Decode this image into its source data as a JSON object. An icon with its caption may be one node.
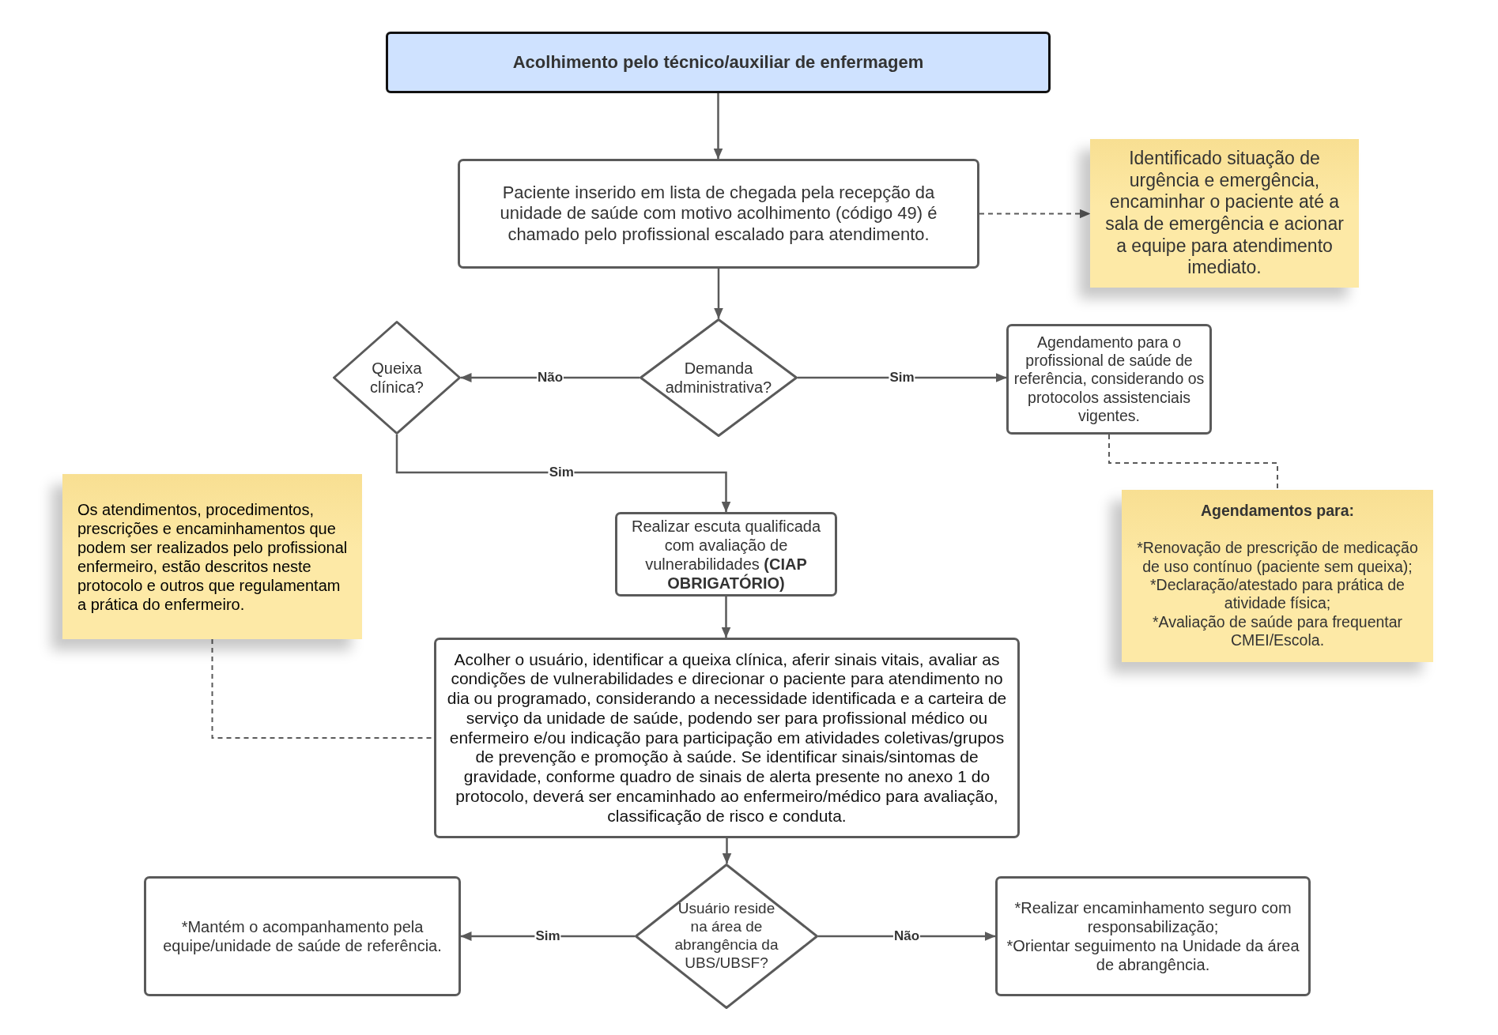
{
  "diagram": {
    "nodes": [
      {
        "text": [
          "Acolhimento pelo técnico/auxiliar de enfermagem"
        ]
      },
      {
        "text": [
          "Paciente inserido em lista de chegada pela recepção da unidade de saúde com motivo acolhimento (código 49) é chamado pelo profissional escalado para atendimento."
        ]
      },
      {
        "text": [
          "Identificado situação de urgência e emergência, encaminhar o paciente até a sala de emergência e acionar a equipe para atendimento imediato."
        ]
      },
      {
        "text": [
          "Queixa clínica?"
        ]
      },
      {
        "text": [
          "Demanda administrativa?"
        ]
      },
      {
        "text": [
          "Agendamento para o profissional de saúde de referência, considerando os protocolos assistenciais vigentes."
        ]
      },
      {
        "text": [
          "Os atendimentos, procedimentos, prescrições e encaminhamentos que podem ser realizados pelo profissional enfermeiro, estão descritos neste protocolo e outros que regulamentam a prática do enfermeiro."
        ]
      },
      {
        "text": [
          "Realizar escuta qualificada com avaliação de vulnerabilidades **(CIAP OBRIGATÓRIO)**"
        ]
      },
      {
        "text": [
          "Agendamentos para:",
          "*Renovação de prescrição de medicação de uso contínuo (paciente sem queixa);",
          "*Declaração/atestado para prática de atividade física;",
          "*Avaliação de saúde para frequentar CMEI/Escola."
        ]
      },
      {
        "text": [
          "Acolher o usuário, identificar a queixa clínica, aferir sinais vitais, avaliar as condições de vulnerabilidades e direcionar o paciente para atendimento no dia ou programado, considerando a necessidade identificada e a carteira de serviço da unidade de saúde, podendo ser para profissional médico ou enfermeiro e/ou indicação para participação em atividades coletivas/grupos de prevenção e promoção à saúde. Se identificar sinais/sintomas de gravidade, conforme quadro de sinais de alerta presente no anexo 1 do protocolo, deverá ser encaminhado ao enfermeiro/médico para avaliação, classificação de risco e conduta."
        ]
      },
      {
        "text": [
          "Usuário reside na área de abrangência da UBS/UBSF?"
        ]
      },
      {
        "text": [
          "*Mantém o acompanhamento pela equipe/unidade de saúde de referência."
        ]
      },
      {
        "text": [
          "*Realizar encaminhamento seguro com responsabilização;",
          "*Orientar seguimento na Unidade da área de abrangência."
        ]
      }
    ],
    "edges": [
      {
        "from": 0,
        "to": 1,
        "arrow": "to"
      },
      {
        "from": 1,
        "to": 2,
        "arrow": "to",
        "style": "dashed"
      },
      {
        "from": 1,
        "to": 4,
        "arrow": "to"
      },
      {
        "from": 4,
        "to": 3,
        "arrow": "to",
        "label": "Não"
      },
      {
        "from": 4,
        "to": 5,
        "arrow": "to",
        "label": "Sim"
      },
      {
        "from": 3,
        "to": 7,
        "arrow": "to",
        "label": "Sim"
      },
      {
        "from": 5,
        "to": 8,
        "arrow": "none",
        "style": "dashed"
      },
      {
        "from": 6,
        "to": 9,
        "arrow": "none",
        "style": "dashed"
      },
      {
        "from": 7,
        "to": 9,
        "arrow": "to"
      },
      {
        "from": 9,
        "to": 10,
        "arrow": "to"
      },
      {
        "from": 10,
        "to": 11,
        "arrow": "to",
        "label": "Sim"
      },
      {
        "from": 10,
        "to": 12,
        "arrow": "to",
        "label": "Não"
      }
    ]
  }
}
